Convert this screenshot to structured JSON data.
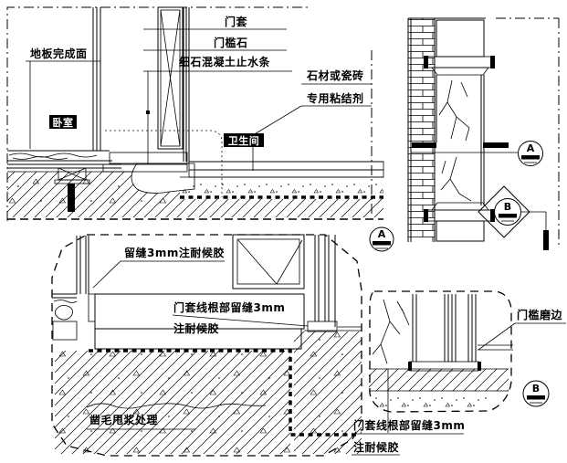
{
  "colors": {
    "ink": "#000000",
    "paper": "#ffffff"
  },
  "plan": {
    "room_left": "卧室",
    "room_right": "卫生间",
    "labels": {
      "floor_finish": "地板完成面",
      "door_casing": "门套",
      "threshold_stone": "门槛石",
      "waterstop": "细石混凝土止水条",
      "adhesive_line1": "石材或瓷砖",
      "adhesive_line2": "专用粘结剂"
    }
  },
  "jamb": {
    "marker_a": "A",
    "marker_b": "B"
  },
  "detail_a": {
    "marker": "A",
    "labels": {
      "gap_sealant": "留缝3mm注耐候胶",
      "casing_root_gap": "门套线根部留缝3mm",
      "casing_root_sealant": "注耐候胶",
      "roughening": "凿毛甩浆处理"
    }
  },
  "detail_b": {
    "marker": "B",
    "labels": {
      "threshold_edge": "门槛磨边",
      "casing_root_gap": "门套线根部留缝3mm",
      "casing_root_sealant": "注耐候胶"
    }
  }
}
